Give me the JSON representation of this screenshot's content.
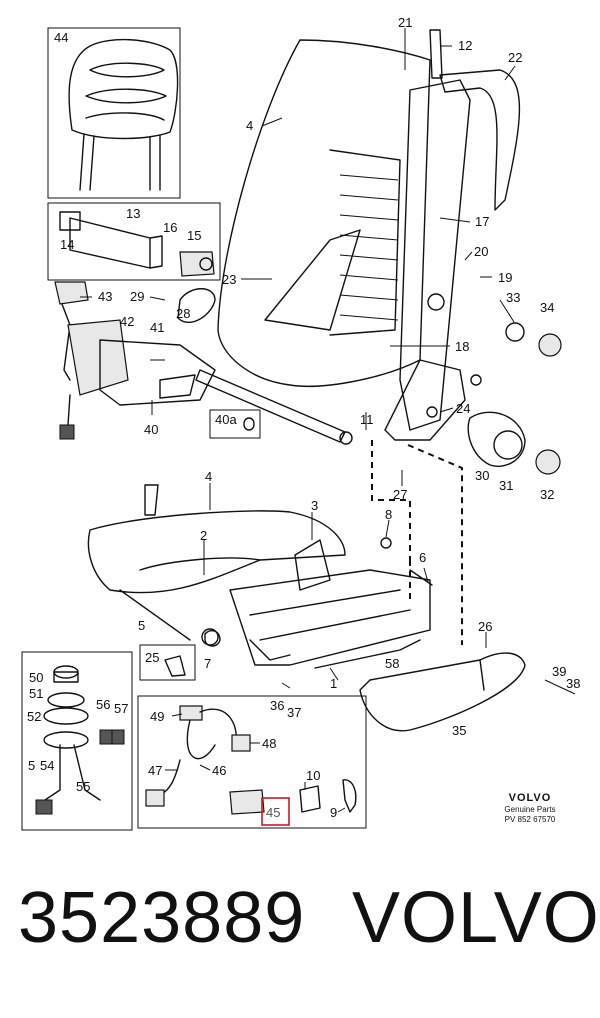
{
  "diagram": {
    "callouts": {
      "c44": "44",
      "c21": "21",
      "c12": "12",
      "c22": "22",
      "c4a": "4",
      "c13": "13",
      "c16": "16",
      "c15": "15",
      "c14": "14",
      "c17": "17",
      "c20": "20",
      "c19": "19",
      "c23": "23",
      "c43": "43",
      "c29": "29",
      "c28": "28",
      "c33": "33",
      "c34": "34",
      "c42": "42",
      "c41": "41",
      "c18": "18",
      "c40a": "40a",
      "c11": "11",
      "c24": "24",
      "c40": "40",
      "c30": "30",
      "c31": "31",
      "c32": "32",
      "c27": "27",
      "c4b": "4",
      "c3": "3",
      "c8": "8",
      "c2": "2",
      "c6": "6",
      "c5": "5",
      "c26": "26",
      "c25": "25",
      "c7": "7",
      "c58": "58",
      "c39": "39",
      "c38": "38",
      "c50": "50",
      "c51": "51",
      "c52": "52",
      "c56": "56",
      "c57": "57",
      "c36": "36",
      "c37": "37",
      "c1": "1",
      "c35": "35",
      "c49": "49",
      "c48": "48",
      "c54": "54",
      "c53": "5",
      "c55": "55",
      "c47": "47",
      "c46": "46",
      "c10": "10",
      "c45": "45",
      "c9": "9"
    },
    "highlight_color": "#d0151f",
    "brand": {
      "logo": "VOLVO",
      "genuine": "Genuine Parts",
      "pv": "PV 852 67570"
    }
  },
  "caption": {
    "part_number": "3523889",
    "brand": "VOLVO"
  }
}
